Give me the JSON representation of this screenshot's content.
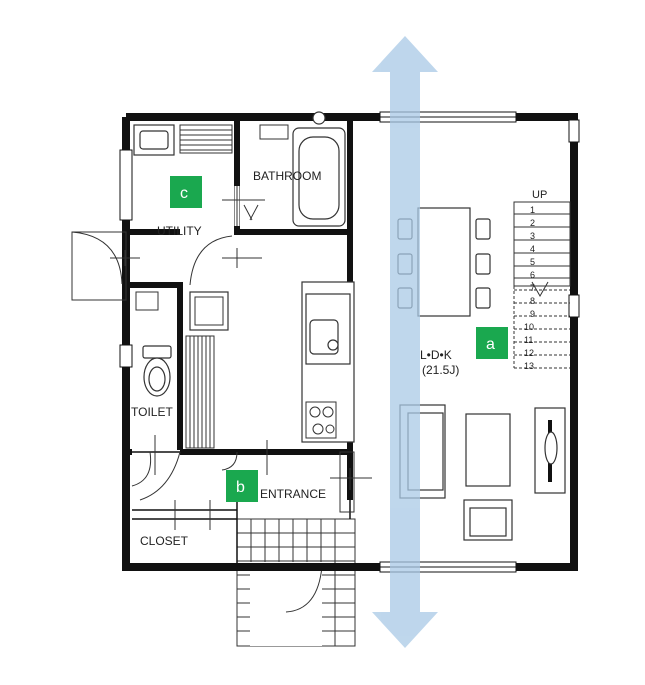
{
  "rooms": {
    "bathroom": "BATHROOM",
    "utility": "UTILITY",
    "toilet": "TOILET",
    "entrance": "ENTRANCE",
    "closet": "CLOSET",
    "ldk": "L•D•K",
    "ldk_size": "(21.5J)"
  },
  "stairs": {
    "up_label": "UP",
    "steps": [
      "1",
      "2",
      "3",
      "4",
      "5",
      "6",
      "7",
      "8",
      "9",
      "10",
      "11",
      "12",
      "13"
    ]
  },
  "markers": {
    "a": "a",
    "b": "b",
    "c": "c"
  },
  "colors": {
    "wall": "#111111",
    "marker_green": "#1aa84f",
    "airflow_arrow": "#a9c9e6"
  },
  "icons": {
    "airflow": "double-headed-vertical-arrow",
    "door": "door-swing-arc"
  }
}
